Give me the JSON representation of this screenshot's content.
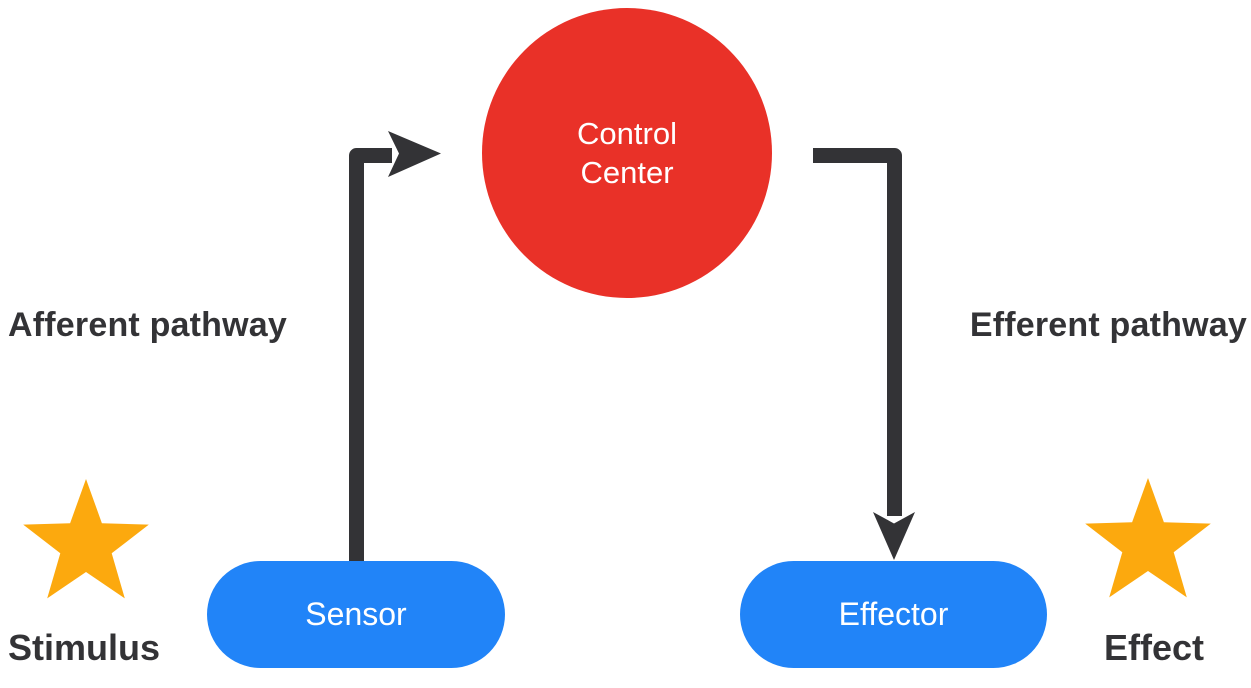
{
  "diagram": {
    "control_center": {
      "lines": [
        "Control",
        "Center"
      ]
    },
    "sensor": {
      "label": "Sensor"
    },
    "effector": {
      "label": "Effector"
    },
    "afferent": {
      "label": "Afferent pathway"
    },
    "efferent": {
      "label": "Efferent pathway"
    },
    "stimulus": {
      "label": "Stimulus"
    },
    "effect": {
      "label": "Effect"
    }
  },
  "colors": {
    "control_center_fill": "#E93128",
    "node_fill": "#2184F8",
    "node_text": "#FFFFFF",
    "star_fill": "#FCA90E",
    "arrow": "#333336",
    "label_text": "#333336",
    "background": "#FFFFFF"
  }
}
